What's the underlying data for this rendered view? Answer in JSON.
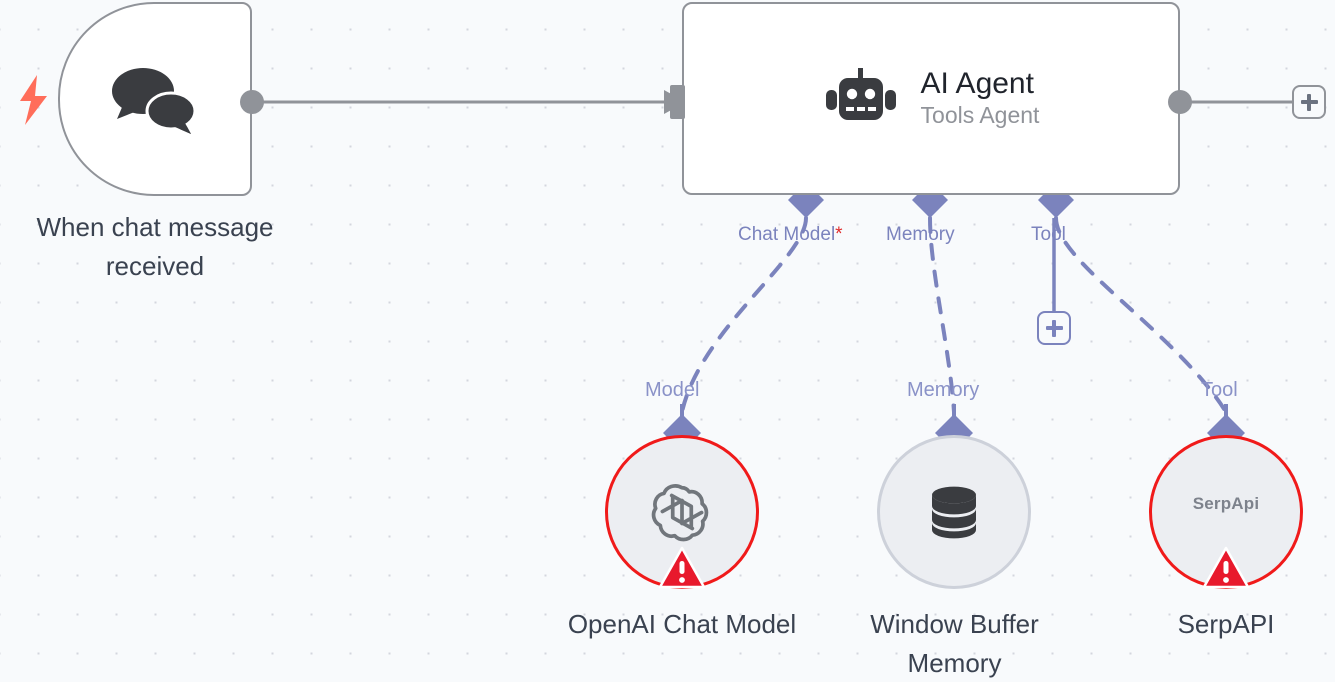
{
  "canvas": {
    "background_color": "#f8fafc",
    "grid_dot_color": "#d3d6de",
    "accent_color": "#7b83bd",
    "node_border_color": "#909399",
    "error_color": "#f01a1a",
    "trigger_bolt_color": "#ff6d5a"
  },
  "nodes": {
    "trigger": {
      "caption": "When chat message received",
      "icon": "chat-bubbles-icon",
      "badge_icon": "lightning-bolt-icon"
    },
    "agent": {
      "title": "AI Agent",
      "subtitle": "Tools Agent",
      "icon": "robot-icon",
      "connectors": [
        {
          "label": "Chat Model",
          "required_marker": "*"
        },
        {
          "label": "Memory",
          "required_marker": ""
        },
        {
          "label": "Tool",
          "required_marker": ""
        }
      ]
    },
    "openai": {
      "endpoint_label": "Model",
      "caption": "OpenAI Chat Model",
      "icon": "openai-logo-icon",
      "status": "error",
      "status_icon": "warning-triangle-icon"
    },
    "memory": {
      "endpoint_label": "Memory",
      "caption": "Window Buffer Memory",
      "icon": "database-icon",
      "status": "ok"
    },
    "serpapi": {
      "endpoint_label": "Tool",
      "caption": "SerpAPI",
      "icon": "serpapi-logo-icon",
      "logo_text": "SerpApi",
      "status": "error",
      "status_icon": "warning-triangle-icon"
    }
  },
  "buttons": {
    "add_main_label": "+",
    "add_tool_label": "+"
  }
}
